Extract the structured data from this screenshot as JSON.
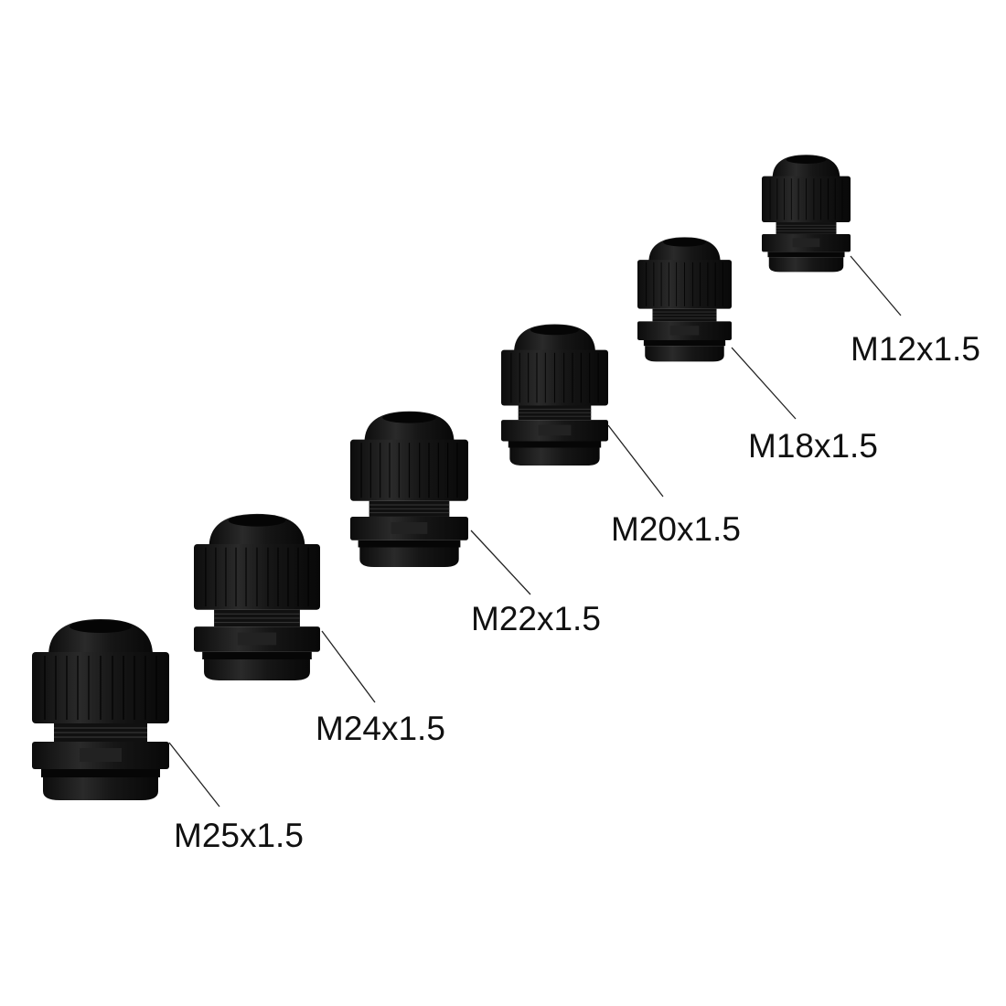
{
  "colors": {
    "background": "#ffffff",
    "gland": "#141414",
    "highlight": "#3a3a3a",
    "callout_line": "#222222",
    "label_text": "#111111"
  },
  "glands": [
    {
      "label": "M25x1.5"
    },
    {
      "label": "M24x1.5"
    },
    {
      "label": "M22x1.5"
    },
    {
      "label": "M20x1.5"
    },
    {
      "label": "M18x1.5"
    },
    {
      "label": "M12x1.5"
    }
  ]
}
